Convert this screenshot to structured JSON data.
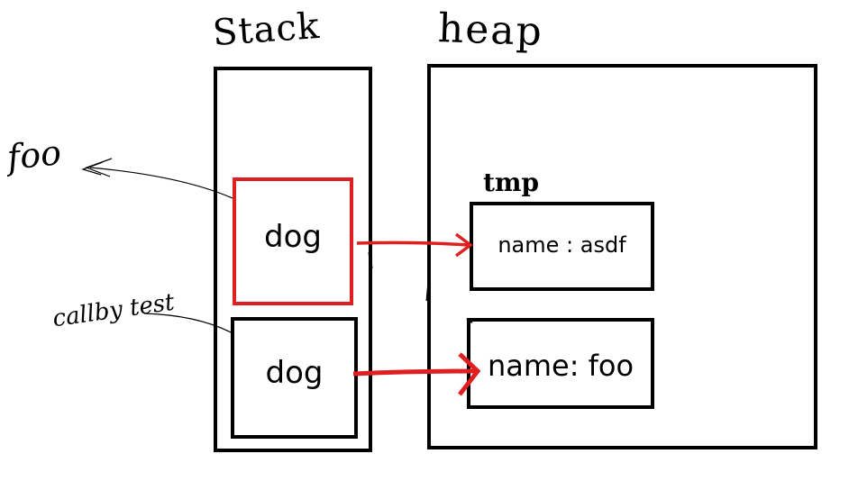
{
  "stack": {
    "title": "Stack",
    "frames": [
      {
        "label": "dog"
      },
      {
        "label": "dog"
      }
    ]
  },
  "heap": {
    "title": "heap",
    "objects": [
      {
        "label": "name : asdf"
      },
      {
        "label": "name: foo"
      }
    ],
    "tmp_label": "tmp"
  },
  "annotations": {
    "foo": "foo",
    "callby_test": "callby test"
  },
  "colors": {
    "highlight": "#e02020",
    "ink": "#000000"
  }
}
